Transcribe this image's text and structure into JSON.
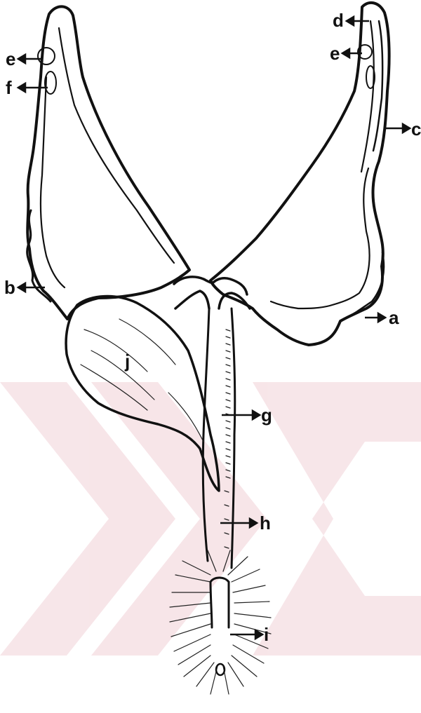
{
  "figure": {
    "type": "anatomical-line-drawing",
    "watermark_color": "#e9b7c0",
    "ink_color": "#111111"
  },
  "labels": {
    "a": "a",
    "b": "b",
    "c": "c",
    "d": "d",
    "e_left": "e",
    "e_right": "e",
    "f": "f",
    "g": "g",
    "h": "h",
    "i": "i",
    "j": "j"
  }
}
